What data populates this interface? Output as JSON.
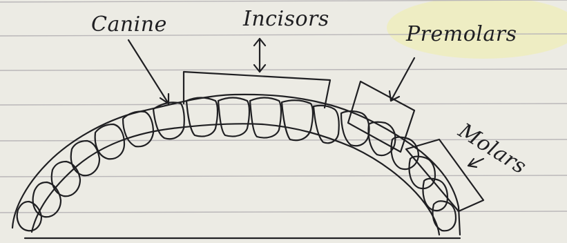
{
  "labels": {
    "canine": "Canine",
    "incisors": "Incisors",
    "premolars": "Premolars",
    "molars": "Molars"
  },
  "colors": {
    "paper": "#ecebe4",
    "rule_line": "#b9b6b8",
    "ink": "#1f1f22",
    "highlight": "#f1efa8"
  }
}
